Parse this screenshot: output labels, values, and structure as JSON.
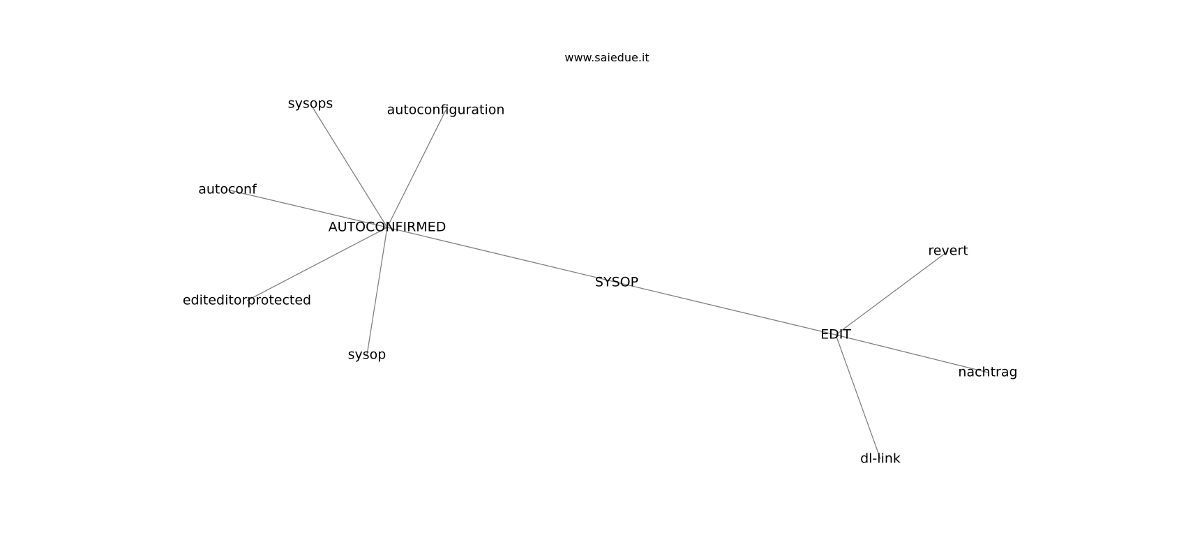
{
  "header": {
    "site": "www.saiedue.it"
  },
  "graph": {
    "nodes": [
      {
        "id": "autoconfirmed",
        "label": "AUTOCONFIRMED"
      },
      {
        "id": "sysop-hub",
        "label": "SYSOP"
      },
      {
        "id": "edit",
        "label": "EDIT"
      },
      {
        "id": "sysops",
        "label": "sysops"
      },
      {
        "id": "autoconfiguration",
        "label": "autoconfiguration"
      },
      {
        "id": "autoconf",
        "label": "autoconf"
      },
      {
        "id": "editeditorprotected",
        "label": "editeditorprotected"
      },
      {
        "id": "sysop",
        "label": "sysop"
      },
      {
        "id": "revert",
        "label": "revert"
      },
      {
        "id": "nachtrag",
        "label": "nachtrag"
      },
      {
        "id": "dl-link",
        "label": "dl-link"
      }
    ],
    "edges": [
      [
        "autoconfirmed",
        "edit"
      ],
      [
        "autoconfirmed",
        "sysops"
      ],
      [
        "autoconfirmed",
        "autoconfiguration"
      ],
      [
        "autoconfirmed",
        "autoconf"
      ],
      [
        "autoconfirmed",
        "editeditorprotected"
      ],
      [
        "autoconfirmed",
        "sysop"
      ],
      [
        "edit",
        "revert"
      ],
      [
        "edit",
        "nachtrag"
      ],
      [
        "edit",
        "dl-link"
      ]
    ]
  }
}
